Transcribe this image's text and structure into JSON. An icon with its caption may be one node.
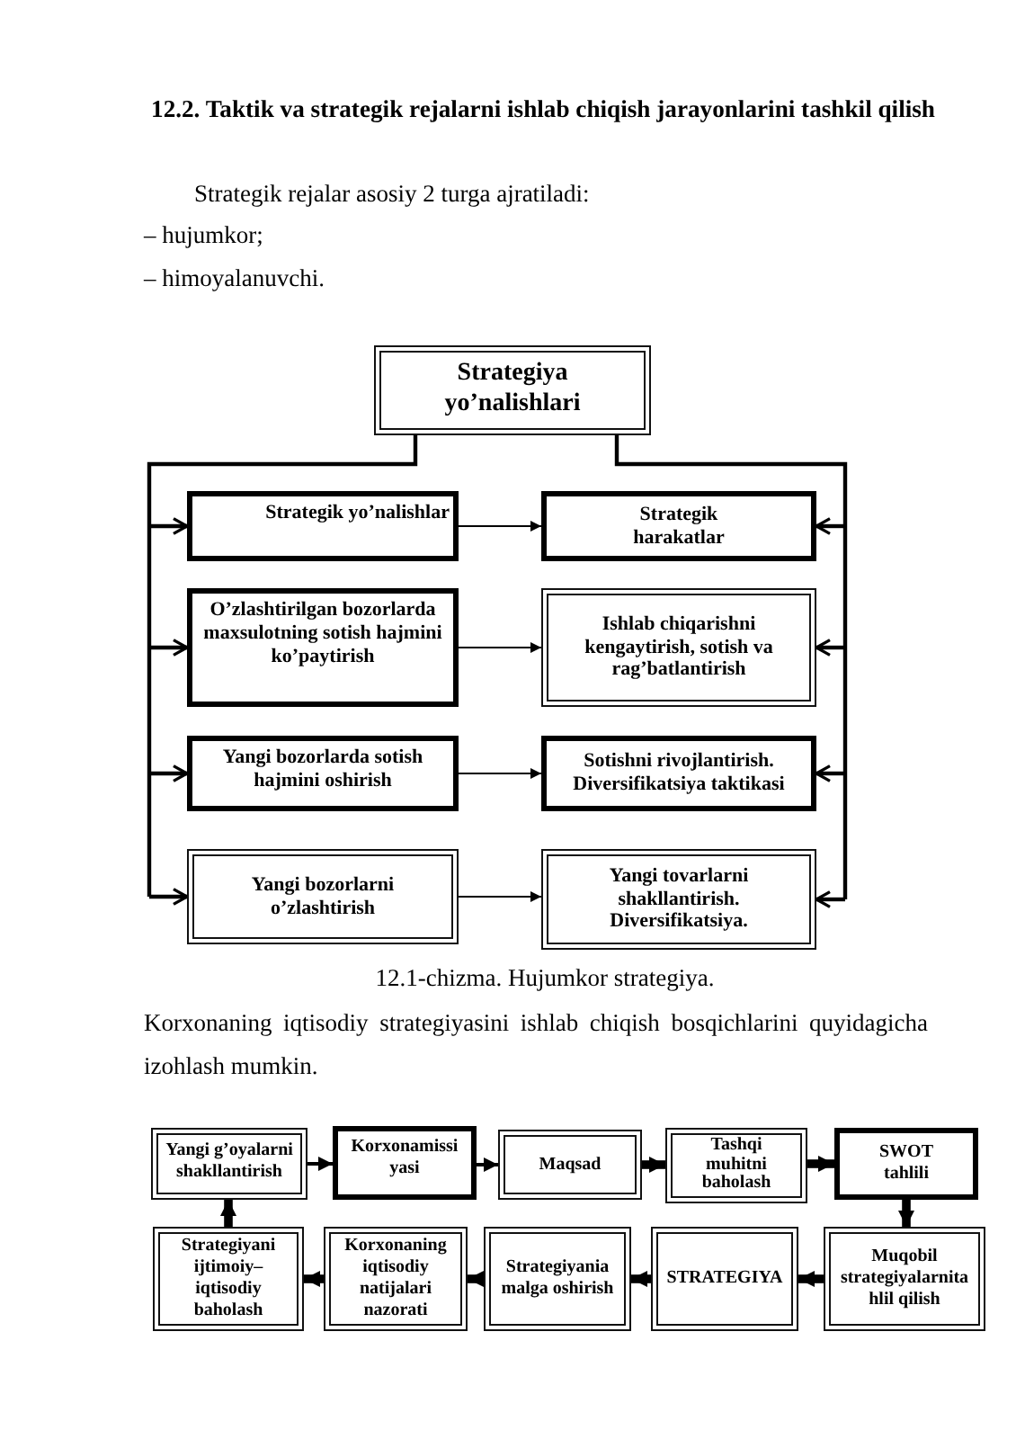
{
  "diagram": {
    "title": "12.2. Taktik va strategik rejalarni ishlab chiqish jarayonlarini tashkil qilish",
    "caption": "12.1-chizma. Hujumkor strategiya.",
    "nodes": [
      {
        "text": [
          "Strategiya yo’nalishlari"
        ]
      },
      {
        "text": [
          "Strategik yo’nalishlar"
        ]
      },
      {
        "text": [
          "Strategik harakatlar"
        ]
      },
      {
        "text": [
          "O’zlashtirilgan bozorlarda maxsulotning sotish hajmini ko’paytirish"
        ]
      },
      {
        "text": [
          "Ishlab chiqarishni kengaytirish, sotish va rag’batlantirish"
        ]
      },
      {
        "text": [
          "Yangi bozorlarda sotish hajmini oshirish"
        ]
      },
      {
        "text": [
          "Sotishni rivojlantirish. Diversifikatsiya taktikasi"
        ]
      },
      {
        "text": [
          "Yangi bozorlarni o’zlashtirish"
        ]
      },
      {
        "text": [
          "Yangi tovarlarni shakllantirish. Diversifikatsiya."
        ]
      },
      {
        "text": [
          "Yangi g’oyalarni shakllantirish"
        ]
      },
      {
        "text": [
          "Korxonamissi yasi"
        ]
      },
      {
        "text": [
          "Maqsad"
        ]
      },
      {
        "text": [
          "Tashqi muhitni baholash"
        ]
      },
      {
        "text": [
          "SWOT tahlili"
        ]
      },
      {
        "text": [
          "Strategiyani ijtimoiy– iqtisodiy baholash"
        ]
      },
      {
        "text": [
          "Korxonaning iqtisodiy natijalari nazorati"
        ]
      },
      {
        "text": [
          "Strategiyania malga oshirish"
        ]
      },
      {
        "text": [
          "STRATEGIYA"
        ]
      },
      {
        "text": [
          "Muqobil strategiyalarnita hlil qilish"
        ]
      }
    ],
    "edges": [
      {
        "from": 0,
        "to": 1,
        "arrow": "to"
      },
      {
        "from": 0,
        "to": 3,
        "arrow": "to"
      },
      {
        "from": 0,
        "to": 5,
        "arrow": "to"
      },
      {
        "from": 0,
        "to": 7,
        "arrow": "to"
      },
      {
        "from": 0,
        "to": 2,
        "arrow": "to"
      },
      {
        "from": 0,
        "to": 4,
        "arrow": "to"
      },
      {
        "from": 0,
        "to": 6,
        "arrow": "to"
      },
      {
        "from": 0,
        "to": 8,
        "arrow": "to"
      },
      {
        "from": 1,
        "to": 2,
        "arrow": "to"
      },
      {
        "from": 3,
        "to": 4,
        "arrow": "to"
      },
      {
        "from": 5,
        "to": 6,
        "arrow": "to"
      },
      {
        "from": 7,
        "to": 8,
        "arrow": "to"
      },
      {
        "from": 9,
        "to": 10,
        "arrow": "to"
      },
      {
        "from": 10,
        "to": 11,
        "arrow": "to"
      },
      {
        "from": 11,
        "to": 12,
        "arrow": "to",
        "style": "thick"
      },
      {
        "from": 12,
        "to": 13,
        "arrow": "to",
        "style": "thick"
      },
      {
        "from": 13,
        "to": 18,
        "arrow": "to",
        "style": "thick"
      },
      {
        "from": 18,
        "to": 17,
        "arrow": "to",
        "style": "thick"
      },
      {
        "from": 17,
        "to": 16,
        "arrow": "to",
        "style": "thick"
      },
      {
        "from": 16,
        "to": 15,
        "arrow": "to",
        "style": "thick"
      },
      {
        "from": 15,
        "to": 14,
        "arrow": "to",
        "style": "thick"
      },
      {
        "from": 14,
        "to": 9,
        "arrow": "to",
        "style": "thick"
      }
    ],
    "labels": [
      "Strategik rejalar asosiy 2 turga ajratiladi:",
      "– hujumkor;",
      "– himoyalanuvchi.",
      "Korxonaning iqtisodiy strategiyasini ishlab chiqish bosqichlarini quyidagicha izohlash mumkin."
    ]
  }
}
